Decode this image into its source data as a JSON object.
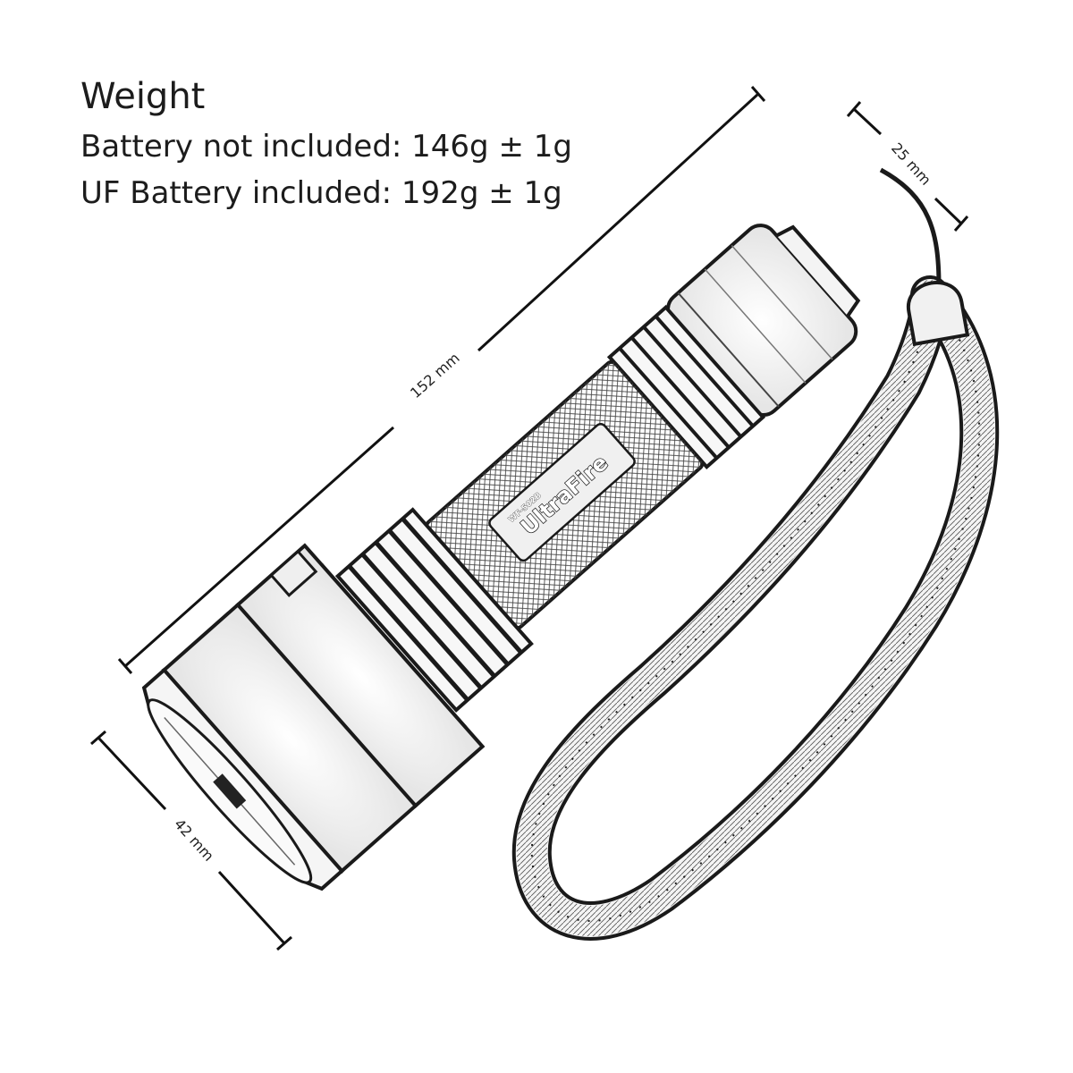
{
  "specs": {
    "title": "Weight",
    "battery_not_included": "Battery not included: 146g ± 1g",
    "battery_included": "UF Battery included: 192g ± 1g"
  },
  "dimensions": {
    "length": "152 mm",
    "tail_diameter": "25 mm",
    "head_diameter": "42 mm"
  },
  "product": {
    "brand": "UltraFire",
    "brand_small": "WF-502B"
  }
}
